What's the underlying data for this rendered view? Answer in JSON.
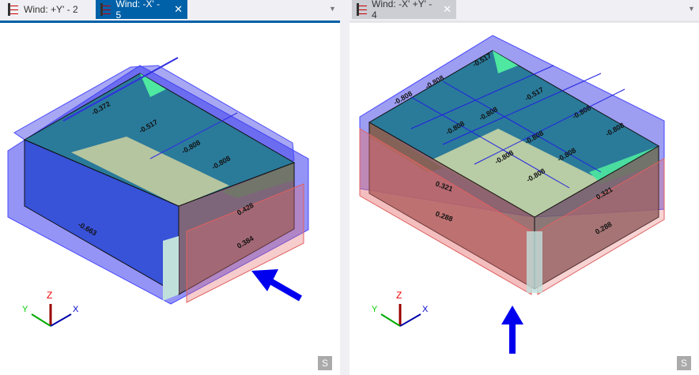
{
  "left_pane": {
    "tabs": [
      {
        "label": "Wind: +Y' -  2",
        "active": false
      },
      {
        "label": "Wind: -X' -  5",
        "active": true,
        "close": "✕"
      }
    ],
    "labels": [
      "-0.372",
      "-0.517",
      "-0.808",
      "-0.808",
      "-0.663",
      "0.428",
      "0.384"
    ],
    "axes": {
      "x": "X",
      "y": "Y",
      "z": "Z"
    },
    "s_button": "S"
  },
  "right_pane": {
    "tabs": [
      {
        "label": "Wind: -X' +Y' -  4",
        "active": false,
        "close": "✕"
      }
    ],
    "labels": [
      "-0.517",
      "-0.517",
      "-0.808",
      "-0.808",
      "-0.808",
      "-0.808",
      "-0.808",
      "-0.808",
      "-0.808",
      "-0.808",
      "-0.808",
      "-0.808",
      "0.321",
      "0.288",
      "0.321",
      "0.288"
    ],
    "axes": {
      "x": "X",
      "y": "Y",
      "z": "Z"
    },
    "s_button": "S"
  },
  "colors": {
    "accent": "#0060a8",
    "suction": "#3a3af0",
    "pressure": "#e07070"
  }
}
